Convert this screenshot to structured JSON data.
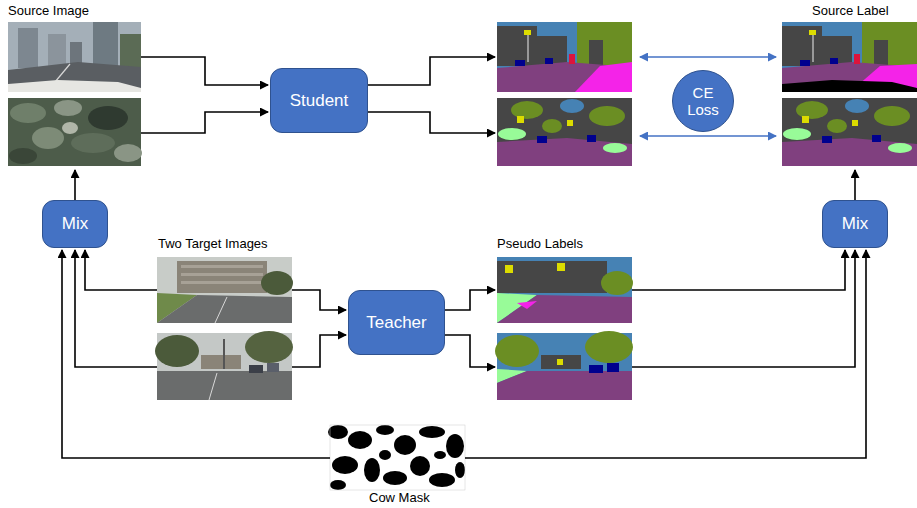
{
  "diagram": {
    "nodes": [
      {
        "text": [
          "Student"
        ]
      },
      {
        "text": [
          "CE Loss"
        ]
      },
      {
        "text": [
          "Mix"
        ]
      },
      {
        "text": [
          "Mix"
        ]
      },
      {
        "text": [
          "Teacher"
        ]
      }
    ],
    "labels": [
      "Source Image",
      "Source Label",
      "Two Target Images",
      "Pseudo Labels",
      "Cow Mask"
    ]
  }
}
